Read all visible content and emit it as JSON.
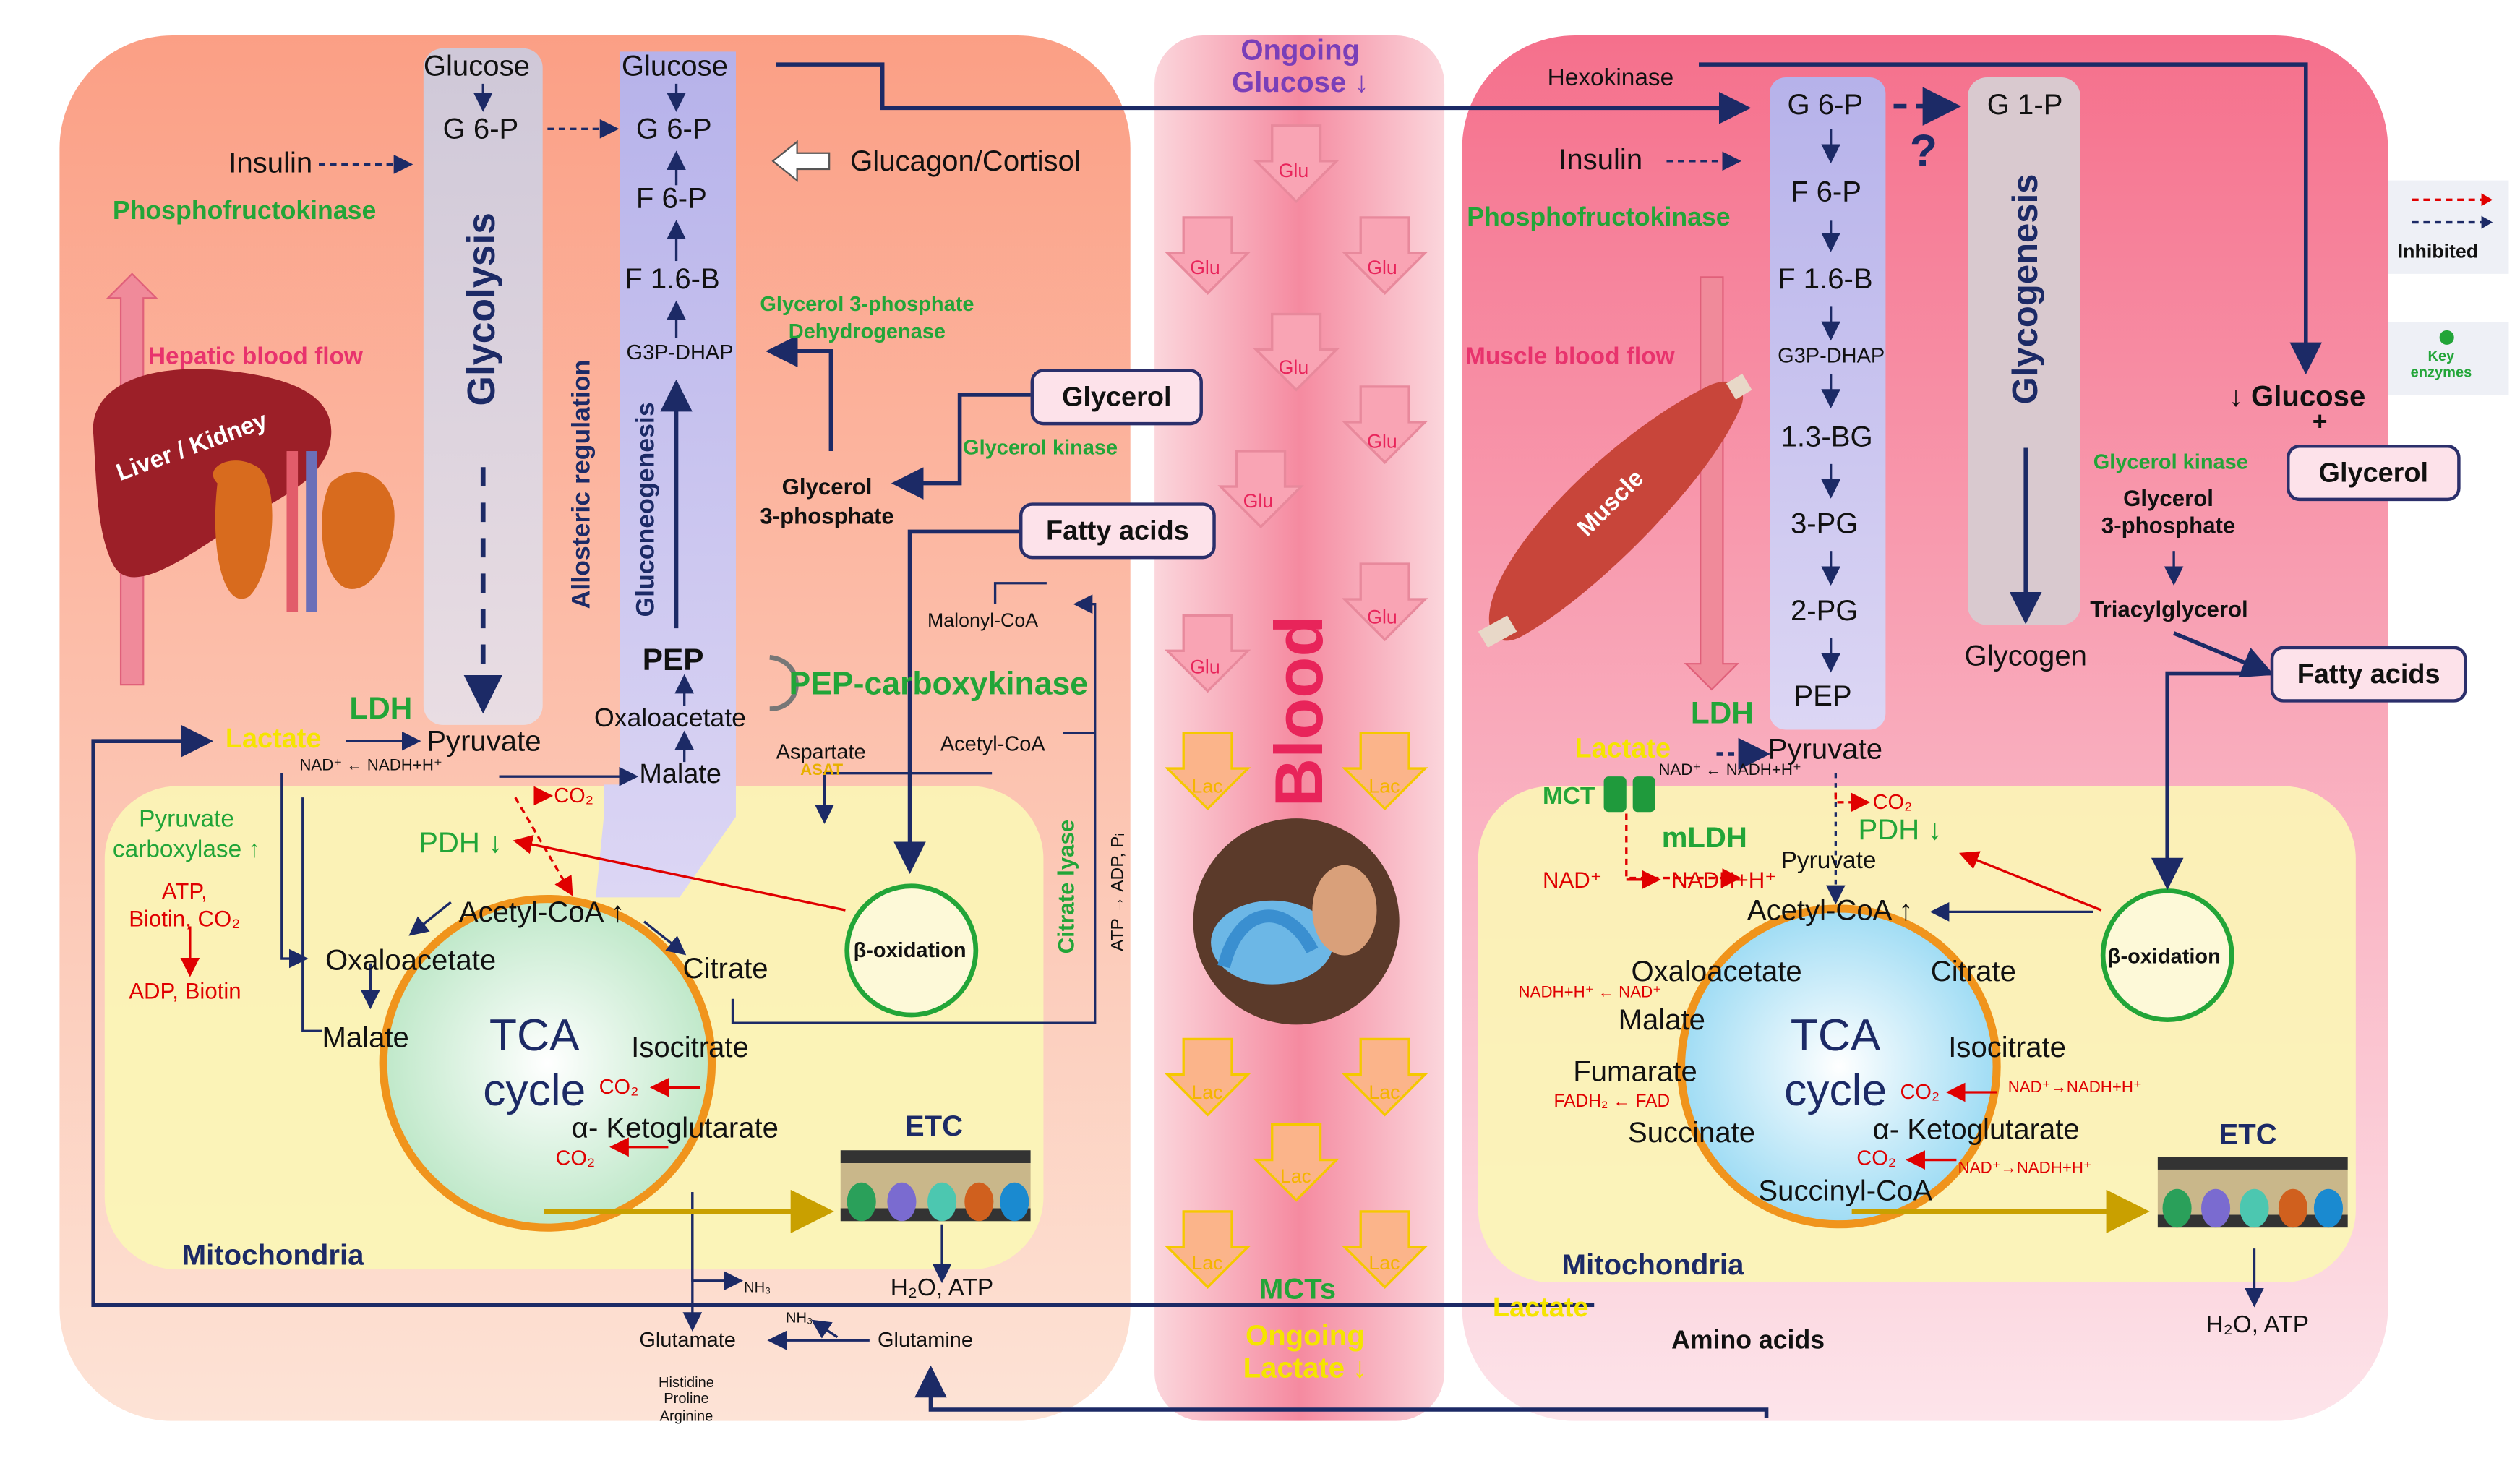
{
  "left": {
    "glucose_a": "Glucose",
    "glucose_b": "Glucose",
    "g6p_a": "G 6-P",
    "g6p_b": "G 6-P",
    "insulin": "Insulin",
    "pfk": "Phosphofructokinase",
    "glucagon": "Glucagon/Cortisol",
    "f6p": "F 6-P",
    "f16b": "F 1.6-B",
    "g3p": "G3P-DHAP",
    "pep": "PEP",
    "glycolysis": "Glycolysis",
    "allosteric": "Allosteric regulation",
    "gluconeogenesis": "Gluconeogenesis",
    "hepatic_flow": "Hepatic blood flow",
    "organ": "Liver / Kidney",
    "g3pdh": "Glycerol 3-phosphate\nDehydrogenase",
    "glycerol": "Glycerol",
    "glycerol_kinase": "Glycerol kinase",
    "glycerol3p": "Glycerol\n3-phosphate",
    "fatty_acids": "Fatty acids",
    "malonyl": "Malonyl-CoA",
    "pepck": "PEP-carboxykinase",
    "oxaloacetate_top": "Oxaloacetate",
    "ldh": "LDH",
    "lactate": "Lactate",
    "pyruvate": "Pyruvate",
    "nad": "NAD⁺ ← NADH+H⁺",
    "malate_top": "Malate",
    "aspartate": "Aspartate",
    "asat": "ASAT",
    "acetyl_top": "Acetyl-CoA",
    "co2_a": "CO₂",
    "pdh": "PDH ↓",
    "pc": "Pyruvate\ncarboxylase ↑",
    "atp_biotin": "ATP,\nBiotin, CO₂",
    "adp_biotin": "ADP, Biotin",
    "acetyl_mito": "Acetyl-CoA ↑",
    "oxaloacetate": "Oxaloacetate",
    "citrate": "Citrate",
    "malate": "Malate",
    "tca": "TCA\ncycle",
    "isocitrate": "Isocitrate",
    "co2_b": "CO₂",
    "akg": "α- Ketoglutarate",
    "co2_c": "CO₂",
    "beta": "β-oxidation",
    "citrate_lyase": "Citrate lyase",
    "atp_adp": "ATP → ADP, Pᵢ",
    "etc": "ETC",
    "mito": "Mitochondria",
    "h2o_atp": "H₂O, ATP",
    "nh3_a": "NH₃",
    "nh3_b": "NH₃",
    "glutamate": "Glutamate",
    "glutamine": "Glutamine",
    "aa_list": "Histidine\nProline\nArginine"
  },
  "blood": {
    "ongoing_glucose": "Ongoing\nGlucose ↓",
    "title": "Blood",
    "glu": "Glu",
    "lac": "Lac",
    "mcts": "MCTs",
    "ongoing_lactate": "Ongoing\nLactate ↓"
  },
  "right": {
    "hexokinase": "Hexokinase",
    "insulin": "Insulin",
    "pfk": "Phosphofructokinase",
    "g6p": "G 6-P",
    "g1p": "G 1-P",
    "q": "?",
    "f6p": "F 6-P",
    "f16b": "F 1.6-B",
    "g3p": "G3P-DHAP",
    "bg": "1.3-BG",
    "pg3": "3-PG",
    "pg2": "2-PG",
    "pep": "PEP",
    "glycogenesis": "Glycogenesis",
    "glycogen": "Glycogen",
    "muscle_flow": "Muscle blood flow",
    "organ": "Muscle",
    "glucose": "↓ Glucose",
    "plus": "+",
    "glycerol_kinase": "Glycerol kinase",
    "glycerol": "Glycerol",
    "glycerol3p": "Glycerol\n3-phosphate",
    "tag": "Triacylglycerol",
    "fatty_acids": "Fatty acids",
    "ldh": "LDH",
    "lactate": "Lactate",
    "pyruvate": "Pyruvate",
    "nad": "NAD⁺ ← NADH+H⁺",
    "mct": "MCT",
    "co2": "CO₂",
    "pdh": "PDH ↓",
    "mldh": "mLDH",
    "pyruvate_mito": "Pyruvate",
    "nad_mito": "NAD⁺",
    "nadh_mito": "NADH+H⁺",
    "acetyl": "Acetyl-CoA ↑",
    "oxaloacetate": "Oxaloacetate",
    "citrate": "Citrate",
    "nadh_nad": "NADH+H⁺ ← NAD⁺",
    "malate": "Malate",
    "tca": "TCA\ncycle",
    "isocitrate": "Isocitrate",
    "fumarate": "Fumarate",
    "fadh": "FADH₂ ← FAD",
    "co2_b": "CO₂",
    "nad_b": "NAD⁺→NADH+H⁺",
    "akg": "α- Ketoglutarate",
    "succinate": "Succinate",
    "co2_c": "CO₂",
    "nad_c": "NAD⁺→NADH+H⁺",
    "succinyl": "Succinyl-CoA",
    "beta": "β-oxidation",
    "etc": "ETC",
    "mito": "Mitochondria",
    "h2o_atp": "H₂O, ATP",
    "lactate_bottom": "Lactate",
    "amino_acids": "Amino acids"
  },
  "legend": {
    "inhibited": "Inhibited",
    "key": "Key\nenzymes"
  },
  "colors": {
    "enzyme_green": "#22a538",
    "red_text": "#e00000",
    "navy": "#1c2a66",
    "hepatic_pink": "#e8336d",
    "lactate_yellow": "#f5e400",
    "blood_red": "#e8245a",
    "purple_text": "#7a3fb8"
  },
  "icons": {
    "organ_image": "liver-kidney-icon",
    "muscle_image": "muscle-icon",
    "photo": "blood-sampling-photo-icon",
    "membrane": "etc-membrane-icon",
    "mct_transporter": "mct-transporter-icon"
  }
}
